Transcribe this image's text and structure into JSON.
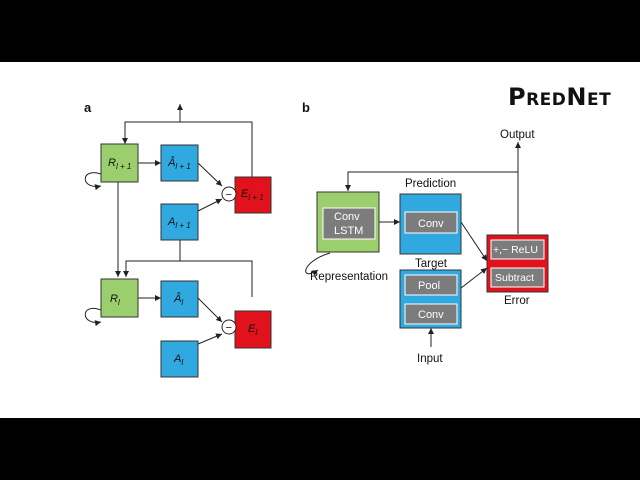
{
  "logo": {
    "text": "PredNet"
  },
  "panel_a": {
    "label": "a",
    "upper": {
      "R": "R",
      "R_sub": "l + 1",
      "Ahat": "Â",
      "Ahat_sub": "l + 1",
      "A": "A",
      "A_sub": "l + 1",
      "E": "E",
      "E_sub": "l + 1",
      "minus": "−"
    },
    "lower": {
      "R": "R",
      "R_sub": "l",
      "Ahat": "Â",
      "Ahat_sub": "l",
      "A": "A",
      "A_sub": "l",
      "E": "E",
      "E_sub": "l",
      "minus": "−"
    }
  },
  "panel_b": {
    "label": "b",
    "output": "Output",
    "prediction": "Prediction",
    "target": "Target",
    "representation": "Representation",
    "input": "Input",
    "error": "Error",
    "conv_lstm_1": "Conv",
    "conv_lstm_2": "LSTM",
    "pred_conv": "Conv",
    "target_pool": "Pool",
    "target_conv": "Conv",
    "relu": "+,− ReLU",
    "subtract": "Subtract"
  },
  "colors": {
    "green": "#9bcf6e",
    "blue": "#2fa9e0",
    "red": "#e1121b",
    "gray": "#7c7c7c"
  }
}
